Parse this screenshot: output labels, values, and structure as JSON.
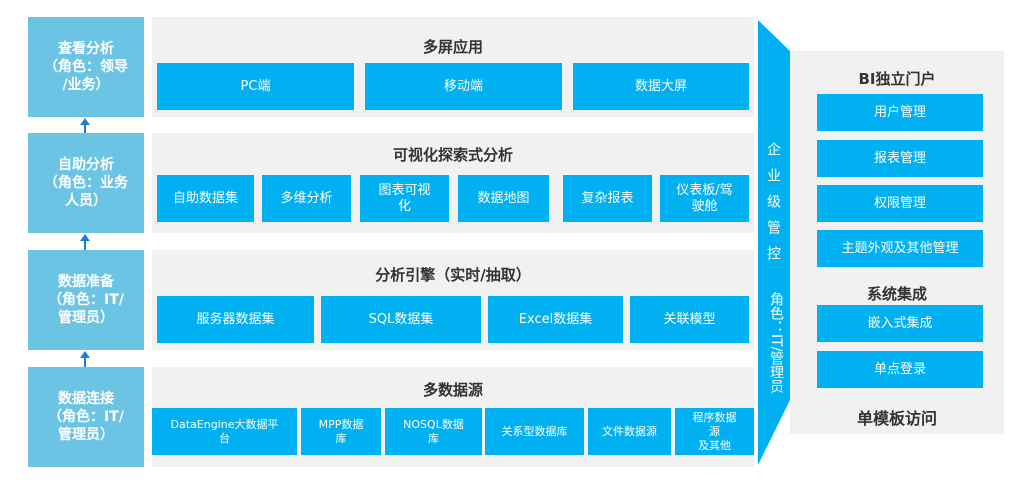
{
  "roles": [
    {
      "label": "查看分析\n（角色：领导\n/业务）"
    },
    {
      "label": "自助分析\n（角色：业务\n人员）"
    },
    {
      "label": "数据准备\n（角色：IT/\n管理员）"
    },
    {
      "label": "数据连接\n（角色：IT/\n管理员）"
    }
  ],
  "layers": [
    {
      "title": "多屏应用",
      "items": [
        "PC端",
        "移动端",
        "数据大屏"
      ]
    },
    {
      "title": "可视化探索式分析",
      "items": [
        "自助数据集",
        "多维分析",
        "图表可视\n化",
        "数据地图",
        "复杂报表",
        "仪表板/驾\n驶舱"
      ]
    },
    {
      "title": "分析引擎（实时/抽取）",
      "items": [
        "服务器数据集",
        "SQL数据集",
        "Excel数据集",
        "关联模型"
      ]
    },
    {
      "title": "多数据源",
      "items": [
        "DataEngine大数据平\n台",
        "MPP数据\n库",
        "NOSQL数据\n库",
        "关系型数据库",
        "文件数据源",
        "程序数据\n源\n及其他"
      ]
    }
  ],
  "control_band": {
    "label": "企业级管控",
    "role": "角色：IT/管理员"
  },
  "portal": {
    "title": "BI独立门户",
    "items": [
      "用户管理",
      "报表管理",
      "权限管理",
      "主题外观及其他管理"
    ],
    "integration_title": "系统集成",
    "integration_items": [
      "嵌入式集成",
      "单点登录"
    ],
    "footer": "单模板访问"
  },
  "colors": {
    "role": "#6cc4e4",
    "box": "#00b0f0",
    "panel": "#f1f1f1",
    "arrow": "#1a7fd0"
  }
}
